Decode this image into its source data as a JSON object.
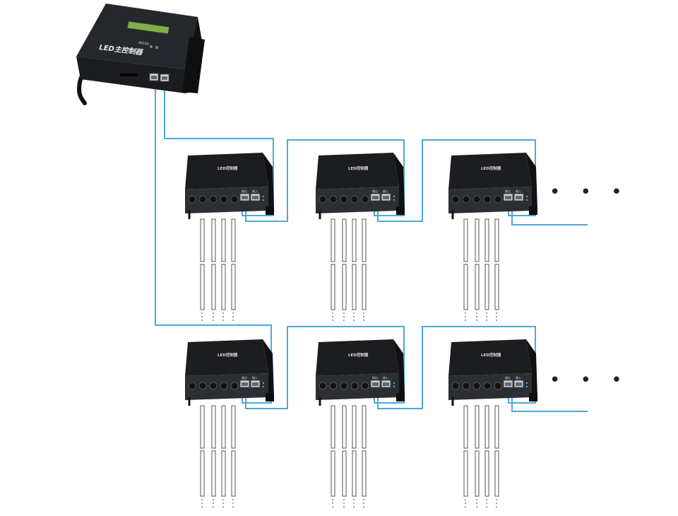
{
  "main_controller": {
    "label": "LED主控制器",
    "mode_label": "MODE"
  },
  "sub_controller": {
    "label": "LED控制器",
    "port_labels": [
      "输出",
      "输入"
    ]
  },
  "continuation": "• • •",
  "rows": [
    {
      "units": 3
    },
    {
      "units": 3
    }
  ],
  "strips_per_unit": 4,
  "colors": {
    "signal_cable": "#4ea8d6",
    "controller_body": "#1b1d20",
    "controller_front": "#2b2e32",
    "strip_outline": "#555555",
    "display": "#7fae4a"
  }
}
